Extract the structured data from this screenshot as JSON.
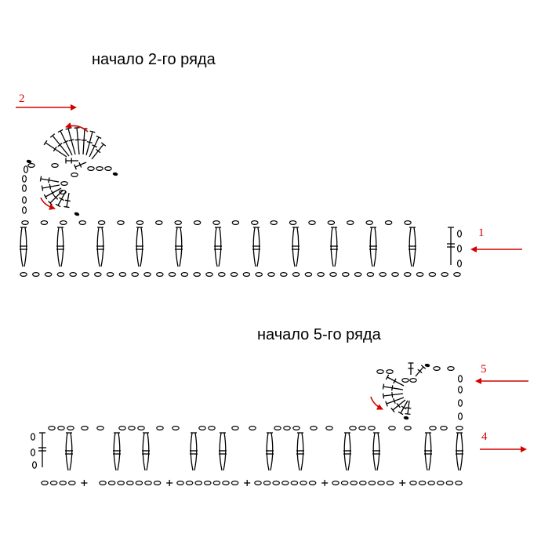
{
  "captions": {
    "row2_start": "начало 2-го ряда",
    "row5_start": "начало 5-го ряда"
  },
  "row_numbers": {
    "r1": "1",
    "r2": "2",
    "r4": "4",
    "r5": "5"
  },
  "colors": {
    "ink": "#000000",
    "accent": "#d40000",
    "background": "#ffffff"
  },
  "symbols": {
    "chain": "chain-stitch-oval",
    "slip": "slip-stitch-dot",
    "tall": "triple-crochet-symbol",
    "dc": "double-crochet-symbol",
    "sc": "single-crochet-plus"
  }
}
